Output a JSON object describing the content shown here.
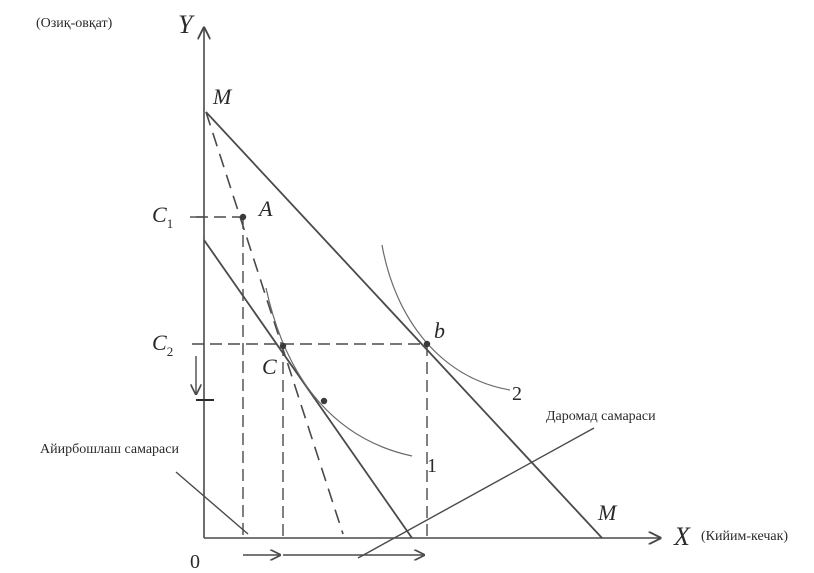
{
  "axes": {
    "y_letter": "Y",
    "x_letter": "X",
    "y_name": "(Озиқ-овқат)",
    "x_name": "(Кийим-кечак)",
    "origin": "0"
  },
  "points": {
    "M_top": "M",
    "M_bottom": "M",
    "A": "A",
    "b": "b",
    "C": "C",
    "C1_base": "C",
    "C1_sub": "1",
    "C2_base": "C",
    "C2_sub": "2"
  },
  "curves": {
    "curve_1": "1",
    "curve_2": "2"
  },
  "effects": {
    "income_effect": "Даромад самараси",
    "substitution_effect": "Айирбошлаш самараси"
  },
  "colors": {
    "ink": "#4a4a4a",
    "text": "#2a2a2a",
    "background": "#ffffff"
  }
}
